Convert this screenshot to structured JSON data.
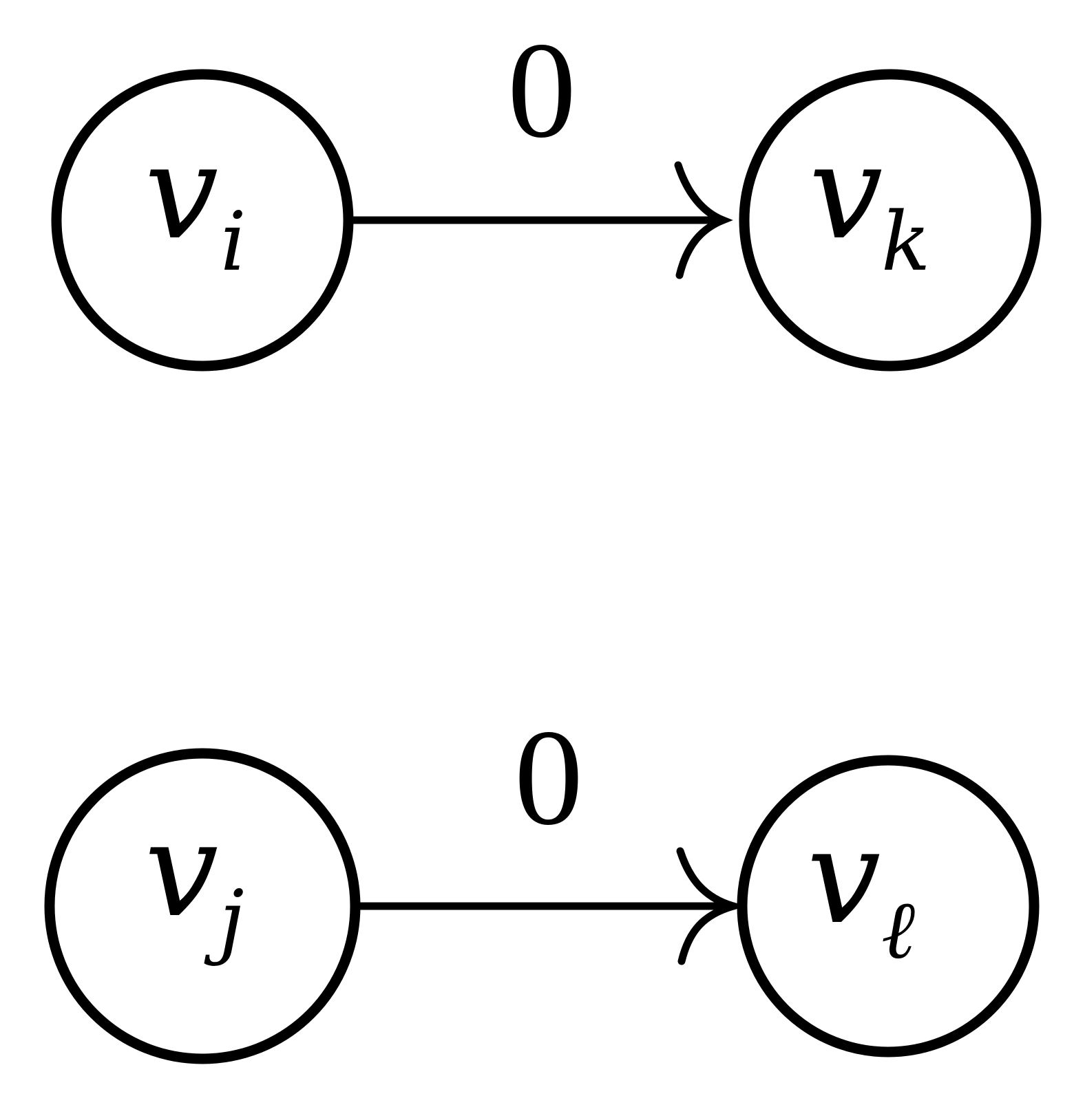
{
  "nodes": [
    {
      "id": "vi",
      "symbol": "v",
      "subscript": "i"
    },
    {
      "id": "vk",
      "symbol": "v",
      "subscript": "k"
    },
    {
      "id": "vj",
      "symbol": "v",
      "subscript": "j"
    },
    {
      "id": "vl",
      "symbol": "v",
      "subscript": "ℓ"
    }
  ],
  "edges": [
    {
      "from": "vi",
      "to": "vk",
      "weight": "0"
    },
    {
      "from": "vj",
      "to": "vl",
      "weight": "0"
    }
  ],
  "colors": {
    "stroke": "#000000",
    "background": "#ffffff"
  }
}
